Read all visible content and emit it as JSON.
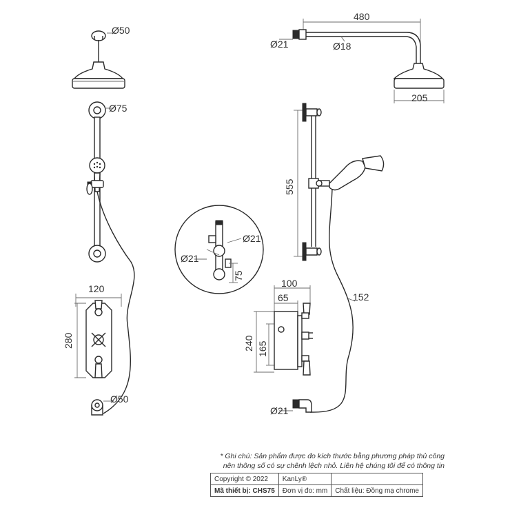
{
  "dimensions": {
    "head_mount_dia": "Ø50",
    "arm_length": "480",
    "arm_inlet_dia": "Ø21",
    "arm_pipe_dia": "Ø18",
    "head_dia": "205",
    "bracket_dia": "Ø75",
    "rail_length": "555",
    "detail_dia_a": "Ø21",
    "detail_dia_b": "Ø21",
    "detail_spacing": "75",
    "valve_width": "120",
    "valve_height": "280",
    "valve_depth": "100",
    "valve_depth_inner": "65",
    "hose_length": "152",
    "valve_side_height": "240",
    "valve_side_inner": "165",
    "wall_outlet_dia": "Ø50",
    "outlet_inlet_dia": "Ø21"
  },
  "note": {
    "line1": "* Ghi chú: Sản phẩm được đo kích thước bằng phương pháp thủ công",
    "line2": "nên thông số có sự chênh lệch nhỏ. Liên hệ chúng tôi để có thông tin"
  },
  "table": {
    "copyright": "Copyright © 2022",
    "brand": "KanLy®",
    "model": "Mã thiết bị: CHS75",
    "unit": "Đơn vị đo: mm",
    "material": "Chất liệu: Đồng mạ chrome"
  }
}
